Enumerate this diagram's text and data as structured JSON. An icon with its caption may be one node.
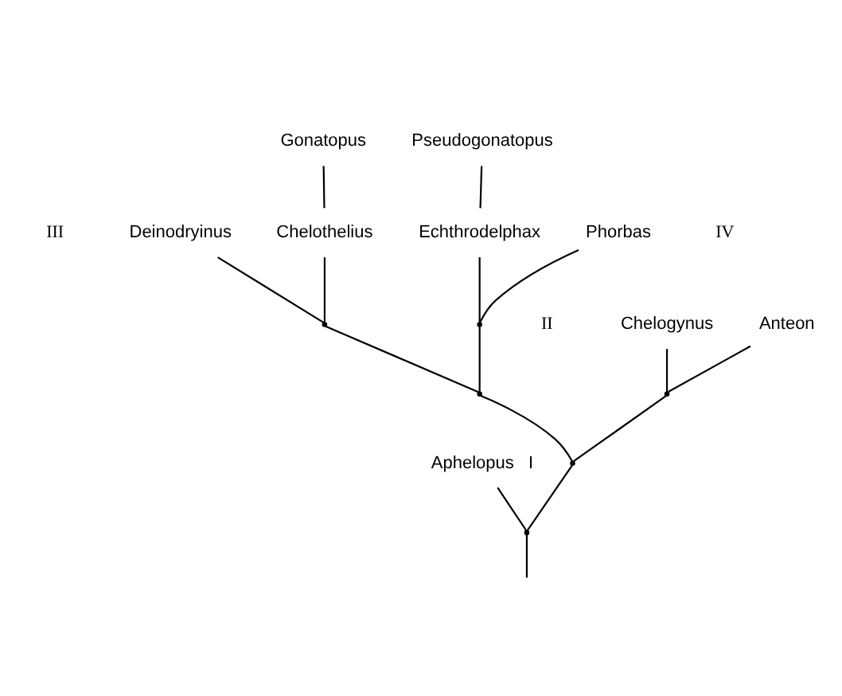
{
  "diagram": {
    "nodes": [
      {
        "text": [
          "Gonatopus"
        ]
      },
      {
        "text": [
          "Pseudogonatopus"
        ]
      },
      {
        "text": [
          "Chelothelius"
        ]
      },
      {
        "text": [
          "Echthrodelphax"
        ]
      },
      {
        "text": [
          "Deinodryinus"
        ]
      },
      {
        "text": [
          "Phorbas"
        ]
      },
      {
        "text": [
          "Chelogynus"
        ]
      },
      {
        "text": [
          "Anteon"
        ]
      },
      {
        "text": [
          "Aphelopus"
        ],
        "beside": [
          "I"
        ]
      },
      {
        "text": [],
        "shape": "point"
      },
      {
        "text": [],
        "shape": "point"
      },
      {
        "text": [],
        "shape": "point"
      },
      {
        "text": [],
        "shape": "point"
      },
      {
        "text": [],
        "shape": "point"
      },
      {
        "text": [],
        "shape": "point"
      }
    ],
    "edges": [
      {
        "from": 2,
        "to": 0,
        "arrow": "none"
      },
      {
        "from": 9,
        "to": 2,
        "arrow": "none"
      },
      {
        "from": 9,
        "to": 4,
        "arrow": "none"
      },
      {
        "from": 3,
        "to": 1,
        "arrow": "none"
      },
      {
        "from": 10,
        "to": 3,
        "arrow": "none"
      },
      {
        "from": 10,
        "to": 5,
        "arrow": "none"
      },
      {
        "from": 11,
        "to": 9,
        "arrow": "none"
      },
      {
        "from": 11,
        "to": 10,
        "arrow": "none"
      },
      {
        "from": 12,
        "to": 6,
        "arrow": "none"
      },
      {
        "from": 12,
        "to": 7,
        "arrow": "none"
      },
      {
        "from": 13,
        "to": 12,
        "arrow": "none"
      },
      {
        "from": 13,
        "to": 11,
        "arrow": "none"
      },
      {
        "from": 14,
        "to": 13,
        "arrow": "none"
      },
      {
        "from": 14,
        "to": 8,
        "arrow": "none"
      },
      {
        "from": null,
        "to": 14,
        "arrow": "none"
      }
    ],
    "labels": [
      "III",
      "IV",
      "II"
    ]
  }
}
